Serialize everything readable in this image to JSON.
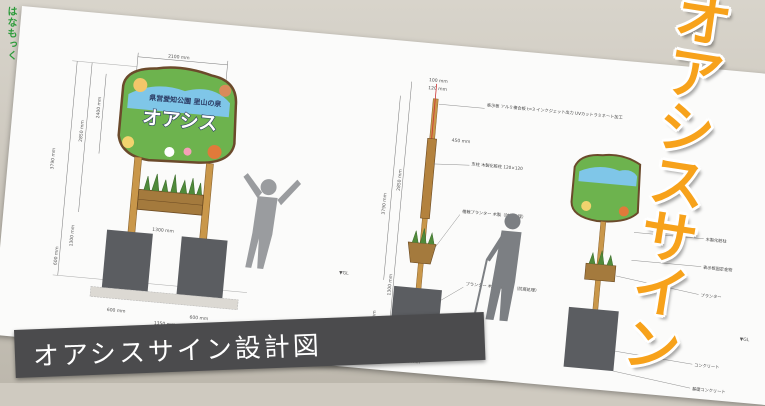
{
  "brand": "はなもっく",
  "caption": "オアシスサイン設計図",
  "vertical_title": [
    "オ",
    "ア",
    "シ",
    "ス",
    "サ",
    "イ",
    "ン"
  ],
  "drawing": {
    "sign_title": "オアシス",
    "sign_subtitle": "県営愛知公園 里山の泉",
    "front_view": {
      "width_dim": "2100 mm",
      "height_dims": [
        "3790 mm",
        "2850 mm",
        "2400 mm",
        "1300 mm",
        "600 mm"
      ],
      "base_dims": [
        "600 mm",
        "1350 mm",
        "600 mm"
      ],
      "post_gap": "1300 mm"
    },
    "side_view": {
      "top_dims": [
        "100 mm",
        "120 mm",
        "450 mm"
      ],
      "height_dims": [
        "3790 mm",
        "2850 mm",
        "1300 mm",
        "600 mm"
      ],
      "base_dim": "600 mm",
      "ground_label": "▼GL",
      "notes": [
        "表示板\nアルミ複合板 t=3\nインクジェット出力\nUVカットラミネート加工",
        "支柱\n木製化粧柱\n120×120",
        "植栽プランター\n木製（防腐処理）",
        "プランター\n木製化粧板貼\n（防腐処理）"
      ]
    },
    "detail_view": {
      "ground_label": "▼GL",
      "notes": [
        "木製化粧柱",
        "表示板固定金物",
        "プランター",
        "コンクリート",
        "基礎コンクリート"
      ]
    }
  }
}
